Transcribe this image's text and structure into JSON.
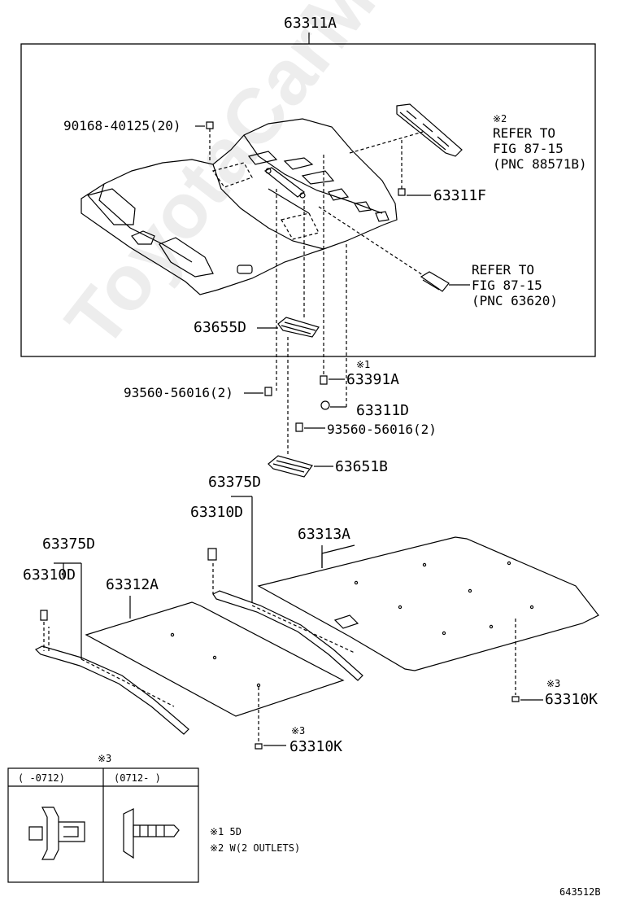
{
  "top_part": "63311A",
  "watermark": "ToyotaCarMine.ru",
  "labels": {
    "p90168": "90168-40125(20)",
    "note2_mark": "※2",
    "refer1_line1": "REFER TO",
    "refer1_line2": "FIG 87-15",
    "refer1_line3": "(PNC 88571B)",
    "p63311F": "63311F",
    "refer2_line1": "REFER TO",
    "refer2_line2": "FIG 87-15",
    "refer2_line3": "(PNC 63620)",
    "p63655D": "63655D",
    "p63391A_mark": "※1",
    "p63391A": "63391A",
    "p93560_a": "93560-56016(2)",
    "p63311D": "63311D",
    "p93560_b": "93560-56016(2)",
    "p63651B": "63651B",
    "p63375D_a": "63375D",
    "p63310D_a": "63310D",
    "p63313A": "63313A",
    "p63375D_b": "63375D",
    "p63310D_b": "63310D",
    "p63312A": "63312A",
    "p63310K_a_mark": "※3",
    "p63310K_a": "63310K",
    "p63310K_b_mark": "※3",
    "p63310K_b": "63310K"
  },
  "inset": {
    "mark": "※3",
    "col1": "(    -0712)",
    "col2": "(0712-     )"
  },
  "notes": {
    "n1": "※1 5D",
    "n2": "※2 W(2 OUTLETS)"
  },
  "figure_code": "643512B"
}
